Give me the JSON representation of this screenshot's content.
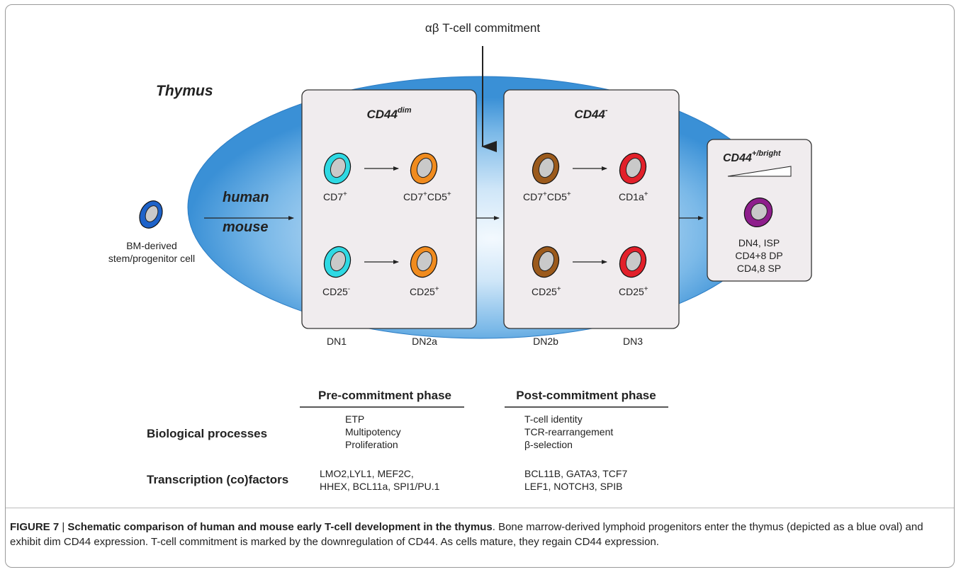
{
  "diagram": {
    "commitment_label": "αβ T-cell commitment",
    "thymus_label": "Thymus",
    "species": {
      "human": "human",
      "mouse": "mouse"
    },
    "progenitor": {
      "line1": "BM-derived",
      "line2": "stem/progenitor cell"
    },
    "boxes": {
      "dim": {
        "base": "CD44",
        "sup": "dim"
      },
      "neg": {
        "base": "CD44",
        "sup": "-"
      },
      "bright": {
        "base": "CD44",
        "sup": "+/bright"
      }
    },
    "cells": {
      "human_dn1": {
        "base": "CD7",
        "sup": "+"
      },
      "human_dn2a": {
        "base1": "CD7",
        "sup1": "+",
        "base2": "CD5",
        "sup2": "+"
      },
      "mouse_dn1": {
        "base": "CD25",
        "sup": "-"
      },
      "mouse_dn2a": {
        "base": "CD25",
        "sup": "+"
      },
      "human_dn2b": {
        "base1": "CD7",
        "sup1": "+",
        "base2": "CD5",
        "sup2": "+"
      },
      "human_dn3": {
        "base": "CD1a",
        "sup": "+"
      },
      "mouse_dn2b": {
        "base": "CD25",
        "sup": "+"
      },
      "mouse_dn3": {
        "base": "CD25",
        "sup": "+"
      }
    },
    "later_stages": [
      "DN4, ISP",
      "CD4+8 DP",
      "CD4,8 SP"
    ],
    "stage_labels": [
      "DN1",
      "DN2a",
      "DN2b",
      "DN3"
    ],
    "colors": {
      "dn1": "#2ed9e3",
      "dn2a": "#f08b1e",
      "dn2b": "#9b5a1c",
      "dn3": "#e2202a",
      "later": "#8e1e8c",
      "progenitor": "#1d62c9",
      "nucleus": "#c9c9c9",
      "thymus_center": "#eef6fd",
      "thymus_edge": "#3c93d8"
    }
  },
  "phases": {
    "pre": {
      "title": "Pre-commitment phase",
      "processes": [
        "ETP",
        "Multipotency",
        "Proliferation"
      ],
      "factors": [
        "LMO2,LYL1, MEF2C,",
        "HHEX, BCL11a, SPI1/PU.1"
      ]
    },
    "post": {
      "title": "Post-commitment phase",
      "processes": [
        "T-cell identity",
        "TCR-rearrangement",
        "β-selection"
      ],
      "factors": [
        "BCL11B, GATA3, TCF7",
        "LEF1, NOTCH3, SPIB"
      ]
    }
  },
  "row_labels": {
    "processes": "Biological processes",
    "factors": "Transcription (co)factors"
  },
  "caption": {
    "label": "FIGURE 7",
    "separator": " | ",
    "title": "Schematic comparison of human and mouse early T-cell development in the thymus",
    "text": ". Bone marrow-derived lymphoid progenitors enter the thymus (depicted as a blue oval) and exhibit dim CD44 expression. T-cell commitment is marked by the downregulation of CD44. As cells mature, they regain CD44 expression."
  }
}
